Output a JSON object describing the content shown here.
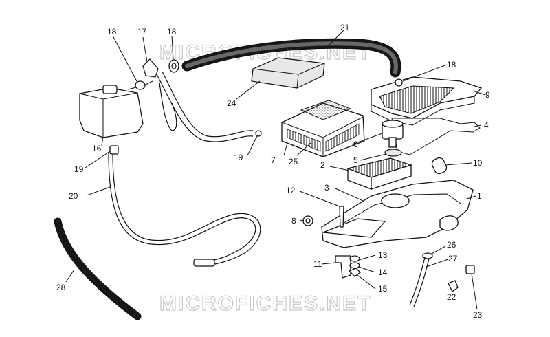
{
  "watermark": "MICROFICHES.NET",
  "callouts": [
    "1",
    "2",
    "3",
    "4",
    "5",
    "6",
    "7",
    "8",
    "9",
    "10",
    "11",
    "12",
    "13",
    "14",
    "15",
    "16",
    "17",
    "18",
    "19",
    "20",
    "21",
    "22",
    "23",
    "24",
    "25",
    "26",
    "27",
    "28"
  ],
  "colors": {
    "ink": "#111111",
    "watermark": "#c8c8c8",
    "background": "#ffffff"
  }
}
